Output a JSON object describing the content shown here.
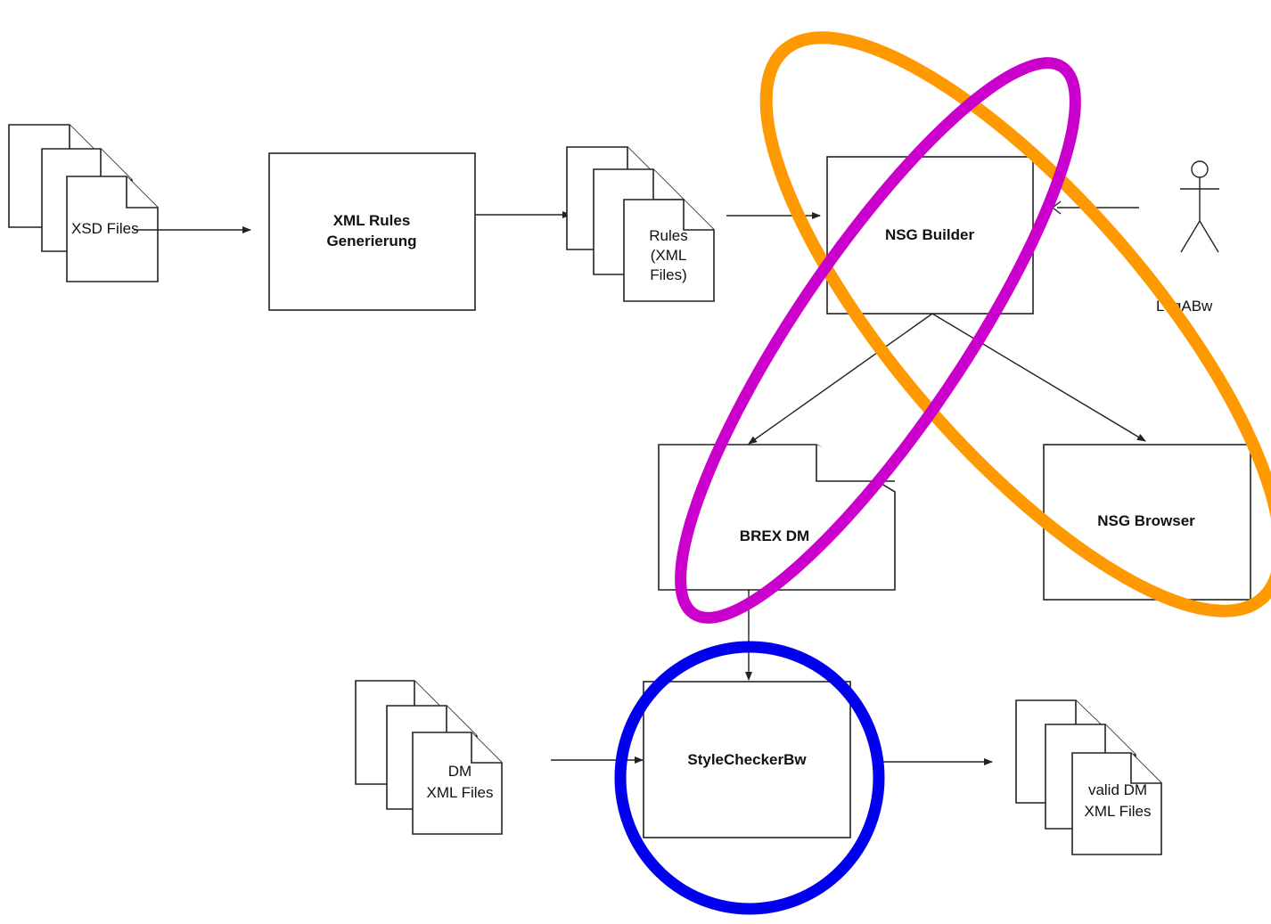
{
  "nodes": {
    "xsd_files": {
      "label": "XSD Files"
    },
    "xml_rules_generierung": {
      "label_line1": "XML Rules",
      "label_line2": "Generierung"
    },
    "rules_files": {
      "label_line1": "Rules",
      "label_line2": "(XML",
      "label_line3": "Files)"
    },
    "nsg_builder": {
      "label": "NSG Builder"
    },
    "actor": {
      "label": "LogABw"
    },
    "brex_dm": {
      "label": "BREX DM"
    },
    "nsg_browser": {
      "label": "NSG Browser"
    },
    "dm_xml_files": {
      "label_line1": "DM",
      "label_line2": "XML Files"
    },
    "stylechecker": {
      "label": "StyleCheckerBw"
    },
    "valid_dm_files": {
      "label_line1": "valid DM",
      "label_line2": "XML Files"
    }
  },
  "highlights": {
    "orange": "#ff9900",
    "magenta": "#cc00cc",
    "blue": "#0000ee"
  }
}
